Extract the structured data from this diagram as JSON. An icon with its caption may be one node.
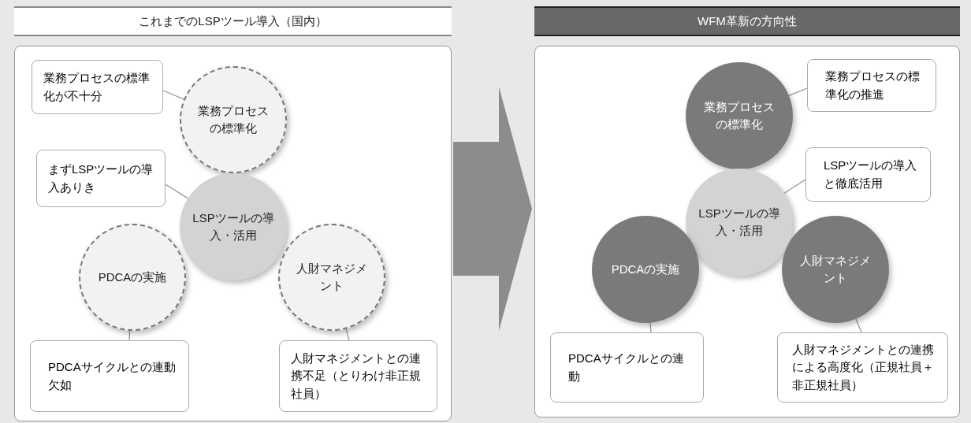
{
  "diagram": {
    "nodes": [
      {
        "text": [
          "これまでのLSPツール導入（国内）"
        ]
      },
      {
        "text": [
          "業務プロセスの標準化"
        ],
        "in": 0
      },
      {
        "text": [
          "LSPツールの導入・活用"
        ],
        "in": 0
      },
      {
        "text": [
          "PDCAの実施"
        ],
        "in": 0
      },
      {
        "text": [
          "人財マネジメント"
        ],
        "in": 0
      },
      {
        "text": [
          "業務プロセスの標準化が不十分"
        ],
        "in": 0
      },
      {
        "text": [
          "まずLSPツールの導入ありき"
        ],
        "in": 0
      },
      {
        "text": [
          "PDCAサイクルとの連動欠如"
        ],
        "in": 0
      },
      {
        "text": [
          "人財マネジメントとの連携不足（とりわけ非正規社員）"
        ],
        "in": 0
      },
      {
        "text": [
          "WFM革新の方向性"
        ]
      },
      {
        "text": [
          "業務プロセスの標準化"
        ],
        "in": 9
      },
      {
        "text": [
          "LSPツールの導入・活用"
        ],
        "in": 9
      },
      {
        "text": [
          "PDCAの実施"
        ],
        "in": 9
      },
      {
        "text": [
          "人財マネジメント"
        ],
        "in": 9
      },
      {
        "text": [
          "業務プロセスの標準化の推進"
        ],
        "in": 9
      },
      {
        "text": [
          "LSPツールの導入と徹底活用"
        ],
        "in": 9
      },
      {
        "text": [
          "PDCAサイクルとの連動"
        ],
        "in": 9
      },
      {
        "text": [
          "人財マネジメントとの連携による高度化（正規社員＋非正規社員）"
        ],
        "in": 9
      }
    ],
    "edges": [
      {
        "from": 5,
        "to": 1,
        "arrow": "none"
      },
      {
        "from": 6,
        "to": 2,
        "arrow": "none"
      },
      {
        "from": 7,
        "to": 3,
        "arrow": "none"
      },
      {
        "from": 8,
        "to": 4,
        "arrow": "none"
      },
      {
        "from": 0,
        "to": 9,
        "arrow": "to"
      },
      {
        "from": 14,
        "to": 10,
        "arrow": "none"
      },
      {
        "from": 15,
        "to": 11,
        "arrow": "none"
      },
      {
        "from": 16,
        "to": 12,
        "arrow": "none"
      },
      {
        "from": 17,
        "to": 13,
        "arrow": "none"
      }
    ]
  }
}
